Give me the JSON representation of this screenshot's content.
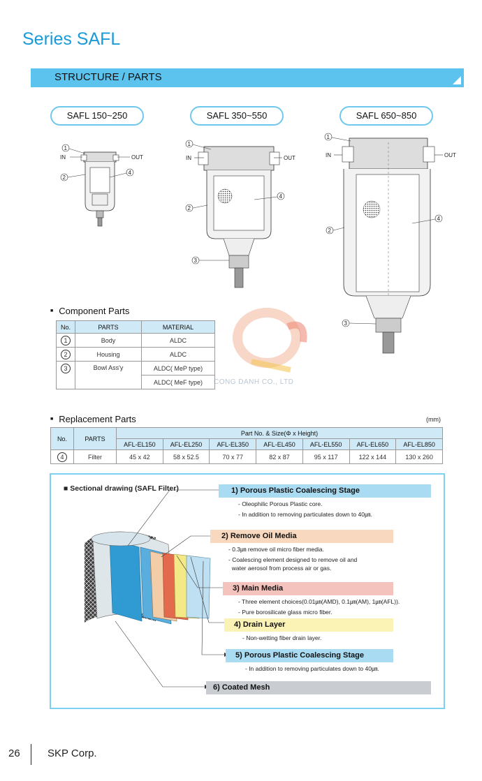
{
  "page": {
    "series_title": "Series SAFL",
    "section_title": "STRUCTURE / PARTS"
  },
  "models": {
    "small": "SAFL 150~250",
    "medium": "SAFL 350~550",
    "large": "SAFL 650~850"
  },
  "diagram_labels": {
    "in": "IN",
    "out": "OUT",
    "n1": "1",
    "n2": "2",
    "n3": "3",
    "n4": "4"
  },
  "component_parts": {
    "heading": "Component Parts",
    "headers": [
      "No.",
      "PARTS",
      "MATERIAL"
    ],
    "rows": [
      {
        "no": "1",
        "part": "Body",
        "material": "ALDC"
      },
      {
        "no": "2",
        "part": "Housing",
        "material": "ALDC"
      },
      {
        "no": "3",
        "part": "Bowl Ass'y",
        "material": "ALDC( MeP type)"
      },
      {
        "no": "",
        "part": "",
        "material": "ALDC( MeF type)"
      }
    ]
  },
  "watermark": "CONG DANH CO., LTD",
  "replacement_parts": {
    "heading": "Replacement Parts",
    "unit": "(mm)",
    "col_no": "No.",
    "col_parts": "PARTS",
    "group_header": "Part No. & Size(Φ x Height)",
    "models": [
      "AFL-EL150",
      "AFL-EL250",
      "AFL-EL350",
      "AFL-EL450",
      "AFL-EL550",
      "AFL-EL650",
      "AFL-EL850"
    ],
    "row": {
      "no": "4",
      "part": "Filter",
      "sizes": [
        "45 x 42",
        "58 x 52.5",
        "70 x 77",
        "82 x 87",
        "95 x 117",
        "122 x 144",
        "130 x 260"
      ]
    }
  },
  "sectional": {
    "title": "Sectional drawing (SAFL Filter)",
    "stages": [
      {
        "title": "1) Porous Plastic Coalescing Stage",
        "color": "#a9dbf3",
        "desc": [
          "- Oleophilic Porous Plastic core.",
          "- In addition to removing particulates down to 40㎛."
        ]
      },
      {
        "title": "2) Remove Oil Media",
        "color": "#f8d9bf",
        "desc": [
          "- 0.3㎛ remove oil micro fiber media.",
          "- Coalescing element designed to remove oil and",
          "  water aerosol from process air or gas."
        ]
      },
      {
        "title": "3) Main Media",
        "color": "#f4c3bd",
        "desc": [
          "- Three element choices(0.01㎛(AMD), 0.1㎛(AM), 1㎛(AFL)).",
          "- Pure borosilicate glass micro fiber."
        ]
      },
      {
        "title": "4) Drain Layer",
        "color": "#fbf2b6",
        "desc": [
          "- Non-wetting fiber drain layer."
        ]
      },
      {
        "title": "5) Porous Plastic Coalescing Stage",
        "color": "#a9dbf3",
        "desc": [
          "- In addition to removing particulates down to 40㎛."
        ]
      },
      {
        "title": "6) Coated Mesh",
        "color": "#c9ccd1",
        "desc": []
      }
    ]
  },
  "footer": {
    "page_number": "26",
    "company": "SKP Corp."
  }
}
